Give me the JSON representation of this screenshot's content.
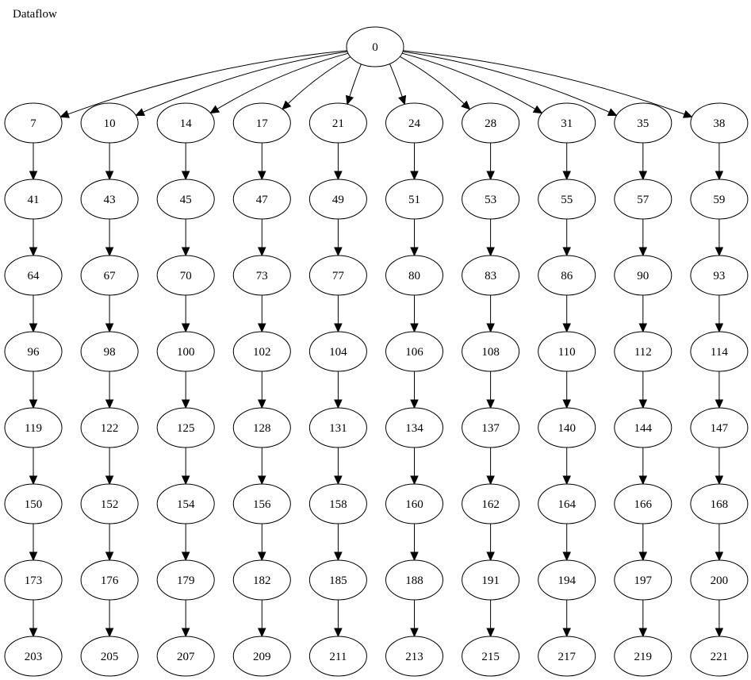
{
  "title": "Dataflow",
  "colors": {
    "stroke": "#000000",
    "node_fill": "#ffffff",
    "background": "#ffffff"
  },
  "graph": {
    "root": "0",
    "chains": [
      [
        "7",
        "41",
        "64",
        "96",
        "119",
        "150",
        "173",
        "203"
      ],
      [
        "10",
        "43",
        "67",
        "98",
        "122",
        "152",
        "176",
        "205"
      ],
      [
        "14",
        "45",
        "70",
        "100",
        "125",
        "154",
        "179",
        "207"
      ],
      [
        "17",
        "47",
        "73",
        "102",
        "128",
        "156",
        "182",
        "209"
      ],
      [
        "21",
        "49",
        "77",
        "104",
        "131",
        "158",
        "185",
        "211"
      ],
      [
        "24",
        "51",
        "80",
        "106",
        "134",
        "160",
        "188",
        "213"
      ],
      [
        "28",
        "53",
        "83",
        "108",
        "137",
        "162",
        "191",
        "215"
      ],
      [
        "31",
        "55",
        "86",
        "110",
        "140",
        "164",
        "194",
        "217"
      ],
      [
        "35",
        "57",
        "90",
        "112",
        "144",
        "166",
        "197",
        "219"
      ],
      [
        "38",
        "59",
        "93",
        "114",
        "147",
        "168",
        "200",
        "221"
      ]
    ]
  }
}
